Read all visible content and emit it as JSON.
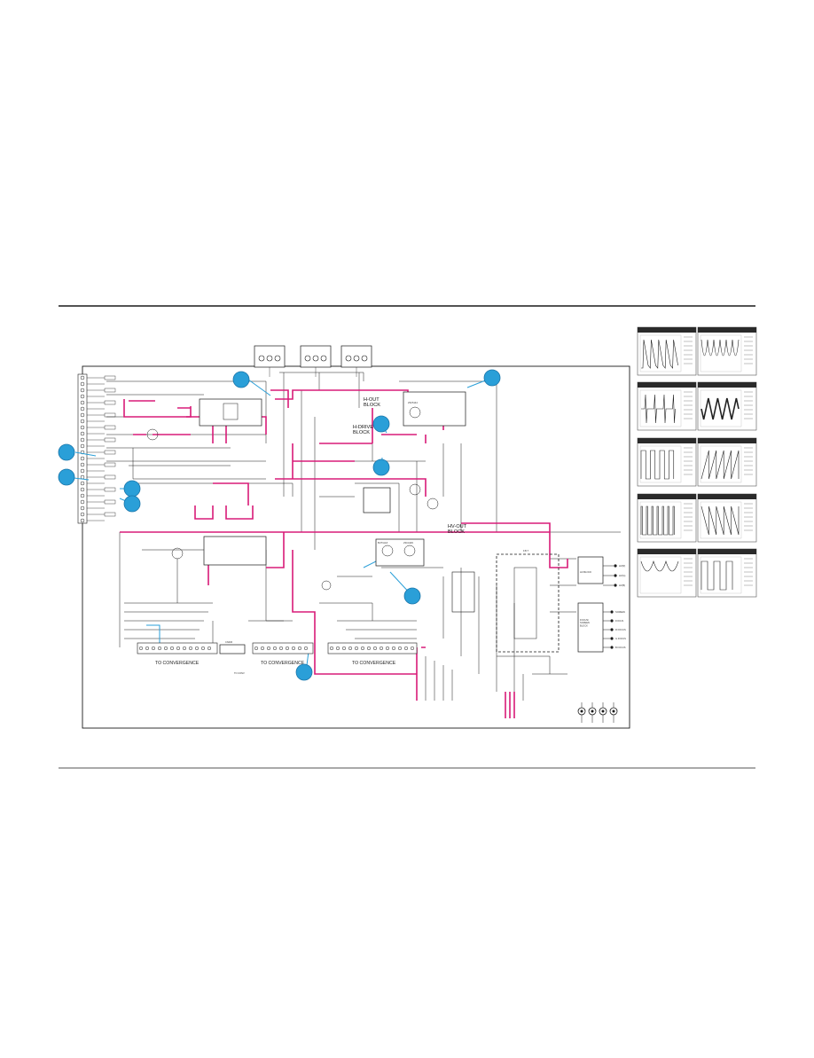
{
  "colors": {
    "signal_line": "#d81b78",
    "callout_fill": "#2a9fd8",
    "callout_stroke": "#1a74a8",
    "wire": "#1a1a1a",
    "rule": "#1a1a1a",
    "scope_header": "#2a2a2a"
  },
  "labels": {
    "h_drive": "H-DRIVE\nBLOCK",
    "h_out": "H-OUT\nBLOCK",
    "hv_out": "HV-OUT\nBLOCK",
    "fbt": "F.B.T",
    "hv_block": "HV-BLOCK",
    "focus_block": "FOCUS/\nSCREEN\nBLOCK",
    "to_conv_1": "TO CONVERGENCE",
    "to_conv_2": "TO CONVERGENCE",
    "to_conv_3": "TO CONVERGENCE",
    "to_conv_4": "TO CONV",
    "cn_label": "CN406"
  },
  "transistors": {
    "h_drive_part": "2SC5144",
    "hv_out_part_a": "BUT11AX",
    "hv_out_part_b": "2SC4429"
  },
  "right_ports": [
    "HV(R)",
    "HV(G)",
    "HV(B)"
  ],
  "focus_ports": [
    "SCREEN",
    "FOCUS",
    "R FOCUS",
    "G FOCUS",
    "B FOCUS"
  ],
  "callouts": [
    {
      "id": 1
    },
    {
      "id": 2
    },
    {
      "id": 3
    },
    {
      "id": 4
    },
    {
      "id": 5
    },
    {
      "id": 6
    },
    {
      "id": 7
    },
    {
      "id": 8
    },
    {
      "id": 9
    },
    {
      "id": 10
    }
  ],
  "scopes": [
    {
      "waveform": "pulse"
    },
    {
      "waveform": "scallop"
    },
    {
      "waveform": "spike"
    },
    {
      "waveform": "triangle"
    },
    {
      "waveform": "square"
    },
    {
      "waveform": "saw_up"
    },
    {
      "waveform": "pulse_train"
    },
    {
      "waveform": "saw_down"
    },
    {
      "waveform": "parabola"
    },
    {
      "waveform": "square_wide"
    }
  ]
}
